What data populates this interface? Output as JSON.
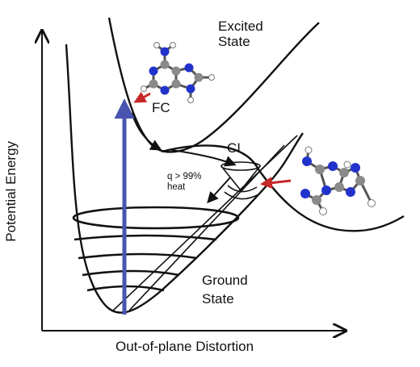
{
  "axes": {
    "ylabel": "Potential Energy",
    "xlabel": "Out-of-plane Distortion"
  },
  "labels": {
    "excited_line1": "Excited",
    "excited_line2": "State",
    "fc": "FC",
    "ci": "CI",
    "quantum_line1": "q > 99%",
    "quantum_line2": "heat",
    "ground_line1": "Ground",
    "ground_line2": "State"
  },
  "colors": {
    "curve": "#111111",
    "excitation_arrow": "#4a55b0",
    "pointer_arrow": "#c62828",
    "carbon": "#8a8a8a",
    "nitrogen": "#2233cc",
    "hydrogen": "#ffffff"
  },
  "icons": {
    "molecule_planar": "adenine-molecule-planar",
    "molecule_distorted": "adenine-molecule-distorted"
  }
}
